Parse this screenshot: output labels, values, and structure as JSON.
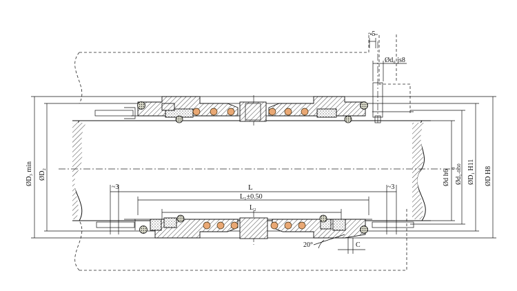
{
  "colors": {
    "line": "#111111",
    "spring": "#e9a874",
    "oring": "#d8d8c8",
    "background": "#ffffff"
  },
  "labels": {
    "top_gap": "~5",
    "d0": "Ød₀ js8",
    "left_gap": "~3",
    "right_gap": "~3",
    "L": "L",
    "L1": "L₁±0.50",
    "L2": "L₂",
    "angle": "20°",
    "C": "C",
    "D3": "ØD₃ min",
    "D2": "ØD₂",
    "d": "Ød  h6",
    "d1": "Ød₁",
    "d1_tol_upper": "0",
    "d1_tol_lower": "-0.50",
    "D1": "ØD₁ H11",
    "D": "ØD  H8"
  }
}
